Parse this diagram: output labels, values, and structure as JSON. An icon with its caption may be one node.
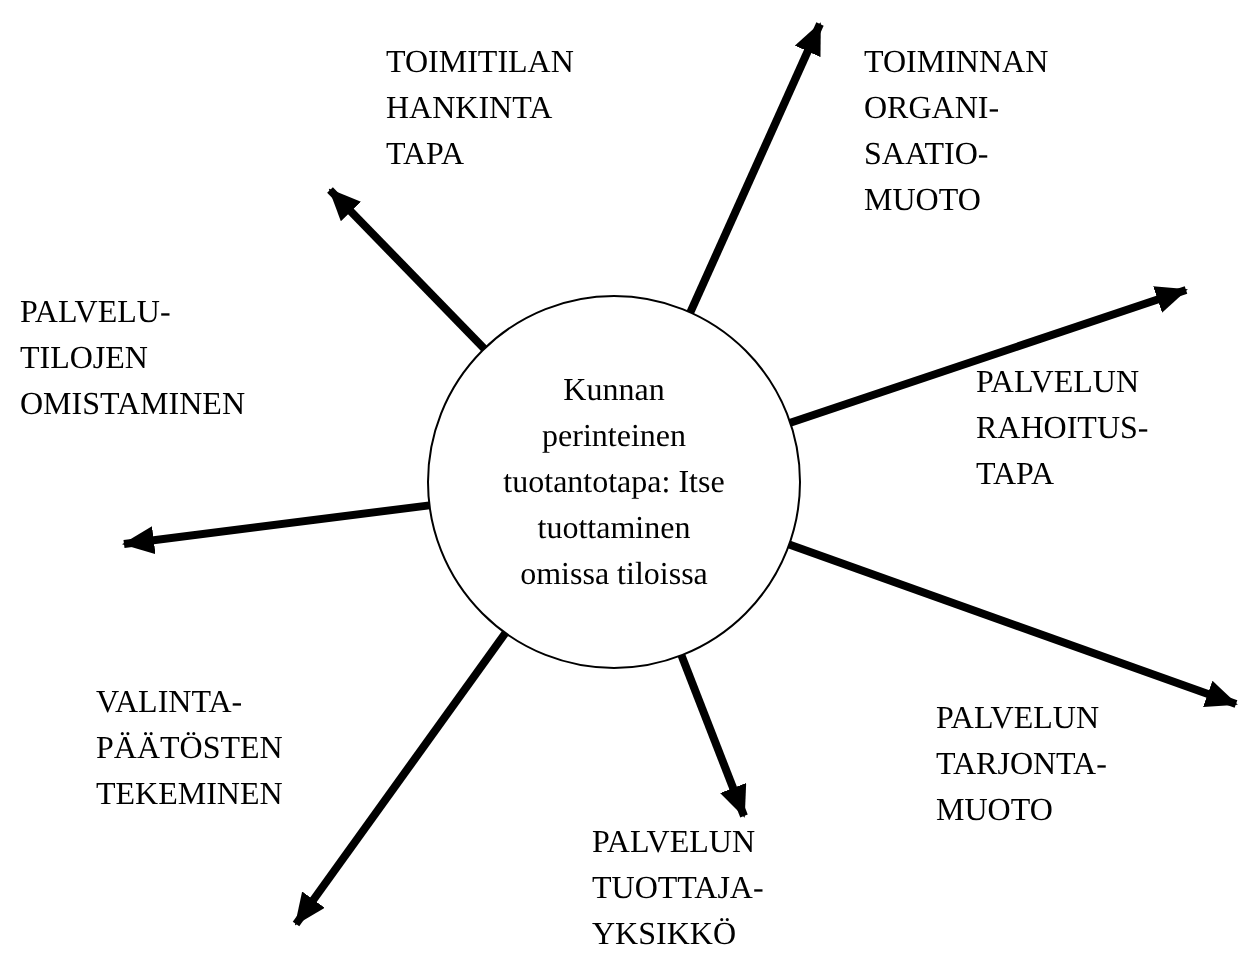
{
  "diagram": {
    "nodes": [
      {
        "text": [
          "Kunnan perinteinen tuotantotapa: Itse tuottaminen omissa tiloissa"
        ]
      },
      {
        "text": [
          "TOIMITILAN HANKINTA TAPA"
        ]
      },
      {
        "text": [
          "TOIMINNAN ORGANI- SAATIO- MUOTO"
        ]
      },
      {
        "text": [
          "PALVELU- TILOJEN OMISTAMINEN"
        ]
      },
      {
        "text": [
          "PALVELUN RAHOITUS- TAPA"
        ]
      },
      {
        "text": [
          "PALVELUN TARJONTA- MUOTO"
        ]
      },
      {
        "text": [
          "VALINTA- PÄÄTÖSTEN TEKEMINEN"
        ]
      },
      {
        "text": [
          "PALVELUN TUOTTAJA- YKSIKKÖ"
        ]
      }
    ],
    "edges": [
      {
        "from": 0,
        "to": 1,
        "arrow": "to"
      },
      {
        "from": 0,
        "to": 2,
        "arrow": "to"
      },
      {
        "from": 0,
        "to": 3,
        "arrow": "to"
      },
      {
        "from": 0,
        "to": 4,
        "arrow": "to"
      },
      {
        "from": 0,
        "to": 5,
        "arrow": "to"
      },
      {
        "from": 0,
        "to": 6,
        "arrow": "to"
      },
      {
        "from": 0,
        "to": 7,
        "arrow": "to"
      }
    ]
  }
}
